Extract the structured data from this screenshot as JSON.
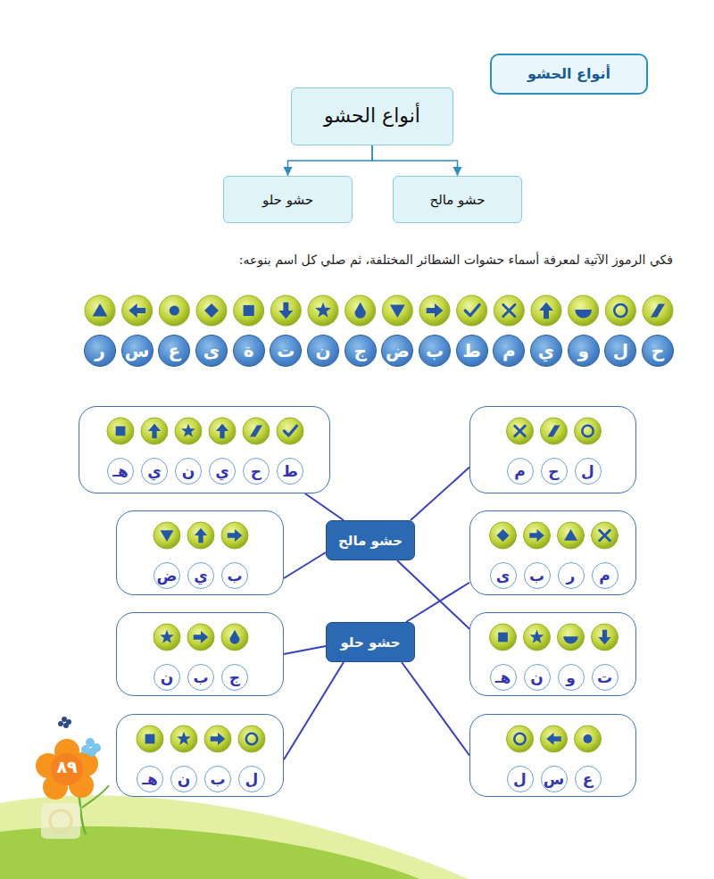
{
  "diagram": {
    "nodes": [
      {
        "text": [
          "أنواع الحشو"
        ]
      },
      {
        "text": [
          "أنواع الحشو"
        ]
      },
      {
        "text": [
          "حشو مالح"
        ]
      },
      {
        "text": [
          "حشو حلو"
        ]
      },
      {
        "text": [
          "ح"
        ]
      },
      {
        "text": [
          "ل"
        ]
      },
      {
        "text": [
          "و"
        ]
      },
      {
        "text": [
          "ي"
        ]
      },
      {
        "text": [
          "م"
        ]
      },
      {
        "text": [
          "ط"
        ]
      },
      {
        "text": [
          "ب"
        ]
      },
      {
        "text": [
          "ض"
        ]
      },
      {
        "text": [
          "ج"
        ]
      },
      {
        "text": [
          "ن"
        ]
      },
      {
        "text": [
          "ت"
        ]
      },
      {
        "text": [
          "ة"
        ]
      },
      {
        "text": [
          "ى"
        ]
      },
      {
        "text": [
          "ع"
        ]
      },
      {
        "text": [
          "س"
        ]
      },
      {
        "text": [
          "ر"
        ]
      },
      {
        "text": []
      },
      {
        "text": [
          "ل"
        ],
        "in": 20
      },
      {
        "text": [
          "ح"
        ],
        "in": 20
      },
      {
        "text": [
          "م"
        ],
        "in": 20
      },
      {
        "text": []
      },
      {
        "text": [
          "ط"
        ],
        "in": 24
      },
      {
        "text": [
          "ح"
        ],
        "in": 24
      },
      {
        "text": [
          "ي"
        ],
        "in": 24
      },
      {
        "text": [
          "ن"
        ],
        "in": 24
      },
      {
        "text": [
          "ي"
        ],
        "in": 24
      },
      {
        "text": [
          "هـ"
        ],
        "in": 24
      },
      {
        "text": []
      },
      {
        "text": [
          "م"
        ],
        "in": 31
      },
      {
        "text": [
          "ر"
        ],
        "in": 31
      },
      {
        "text": [
          "ب"
        ],
        "in": 31
      },
      {
        "text": [
          "ى"
        ],
        "in": 31
      },
      {
        "text": []
      },
      {
        "text": [
          "ب"
        ],
        "in": 36
      },
      {
        "text": [
          "ي"
        ],
        "in": 36
      },
      {
        "text": [
          "ض"
        ],
        "in": 36
      },
      {
        "text": [
          "حشو مالح"
        ]
      },
      {
        "text": []
      },
      {
        "text": [
          "ت"
        ],
        "in": 41
      },
      {
        "text": [
          "و"
        ],
        "in": 41
      },
      {
        "text": [
          "ن"
        ],
        "in": 41
      },
      {
        "text": [
          "هـ"
        ],
        "in": 41
      },
      {
        "text": []
      },
      {
        "text": [
          "ج"
        ],
        "in": 46
      },
      {
        "text": [
          "ب"
        ],
        "in": 46
      },
      {
        "text": [
          "ن"
        ],
        "in": 46
      },
      {
        "text": [
          "حشو حلو"
        ]
      },
      {
        "text": []
      },
      {
        "text": [
          "ع"
        ],
        "in": 51
      },
      {
        "text": [
          "س"
        ],
        "in": 51
      },
      {
        "text": [
          "ل"
        ],
        "in": 51
      },
      {
        "text": []
      },
      {
        "text": [
          "ل"
        ],
        "in": 55
      },
      {
        "text": [
          "ب"
        ],
        "in": 55
      },
      {
        "text": [
          "ن"
        ],
        "in": 55
      },
      {
        "text": [
          "هـ"
        ],
        "in": 55
      }
    ],
    "edges": [
      {
        "from": 1,
        "to": 2,
        "arrow": "to"
      },
      {
        "from": 1,
        "to": 3,
        "arrow": "to"
      },
      {
        "from": 20,
        "to": 40,
        "arrow": "none"
      },
      {
        "from": 24,
        "to": 40,
        "arrow": "none"
      },
      {
        "from": 36,
        "to": 40,
        "arrow": "none"
      },
      {
        "from": 41,
        "to": 40,
        "arrow": "none"
      },
      {
        "from": 31,
        "to": 50,
        "arrow": "none"
      },
      {
        "from": 46,
        "to": 50,
        "arrow": "none"
      },
      {
        "from": 51,
        "to": 50,
        "arrow": "none"
      },
      {
        "from": 55,
        "to": 50,
        "arrow": "none"
      }
    ],
    "labels": [
      "فكي الرموز الآتية لمعرفة أسماء حشوات الشطائر المختلفة، ثم صلي كل اسم بنوعه:",
      "٨٩"
    ]
  }
}
